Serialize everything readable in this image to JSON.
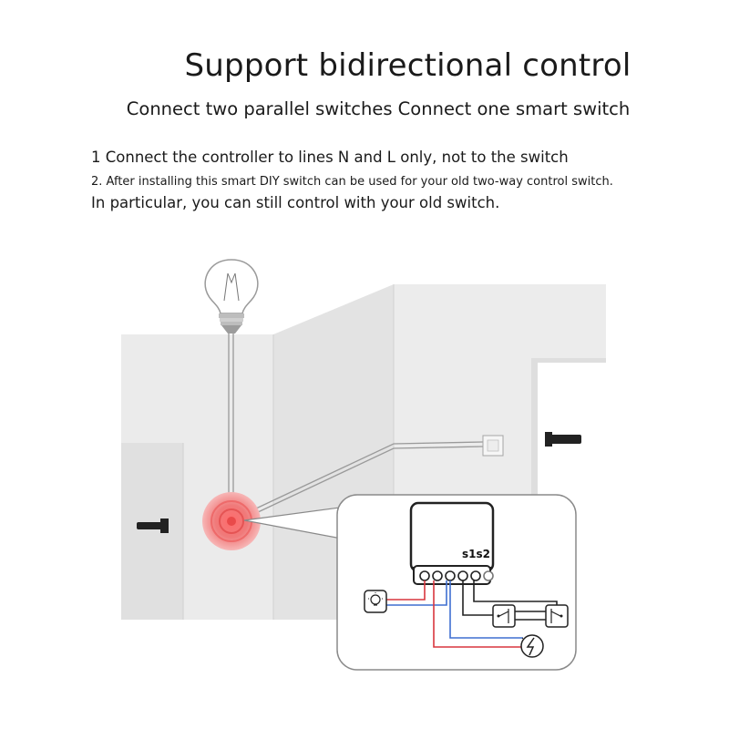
{
  "heading": {
    "title": "Support bidirectional control",
    "subtitle": "Connect two parallel switches Connect one smart switch"
  },
  "notes": [
    "1 Connect the controller to lines N and L only, not to the switch",
    "2. After installing this smart DIY switch can be used for your old two-way control switch.",
    "In particular, you can still control with your old switch."
  ],
  "module": {
    "terminal_label": "s1s2"
  },
  "colors": {
    "wall_light": "#ececec",
    "wall_mid": "#dcdcdc",
    "highlight": "#e94a4a",
    "wire_red": "#d9363e",
    "wire_blue": "#3f6fd1",
    "wire_black": "#222222"
  }
}
